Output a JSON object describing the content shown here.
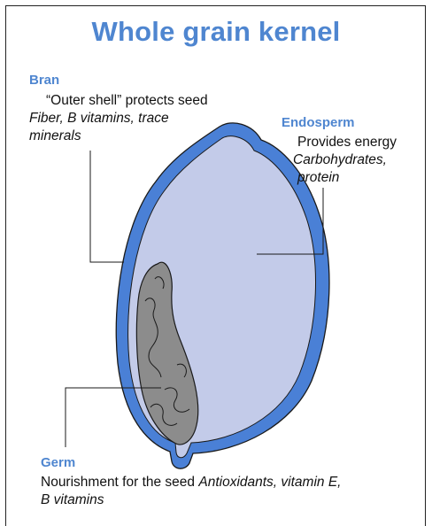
{
  "title": "Whole grain kernel",
  "parts": {
    "bran": {
      "heading": "Bran",
      "description": "“Outer shell” protects seed",
      "nutrients_line1": "Fiber, B vitamins, trace",
      "nutrients_line2": "minerals"
    },
    "endosperm": {
      "heading": "Endosperm",
      "description": "Provides energy",
      "nutrients_line1": "Carbohydrates,",
      "nutrients_line2": "protein"
    },
    "germ": {
      "heading": "Germ",
      "description": "Nourishment for the seed",
      "nutrients_line1": "Antioxidants, vitamin E,",
      "nutrients_line2": "B vitamins"
    }
  },
  "colors": {
    "title": "#4f86d0",
    "bran_layer": "#4a80d6",
    "endosperm": "#c3cbe9",
    "germ": "#8c8c8c",
    "outline": "#1a1a1a"
  }
}
